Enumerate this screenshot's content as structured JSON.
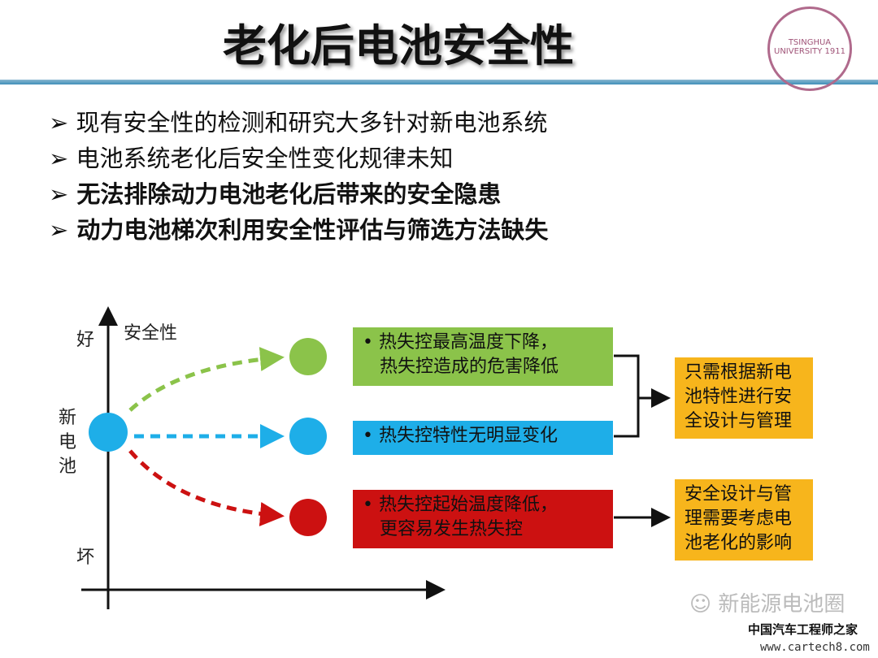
{
  "title": "老化后电池安全性",
  "seal_text": "TSINGHUA UNIVERSITY 1911",
  "bullets": [
    "现有安全性的检测和研究大多针对新电池系统",
    "电池系统老化后安全性变化规律未知",
    "无法排除动力电池老化后带来的安全隐患",
    "动力电池梯次利用安全性评估与筛选方法缺失"
  ],
  "bullet_marker": "➢",
  "diagram": {
    "axis_label": "安全性",
    "good": "好",
    "bad": "坏",
    "new_battery": "新电池",
    "boxes": [
      {
        "text": "• 热失控最高温度下降，\n   热失控造成的危害降低",
        "color": "#8bc34a"
      },
      {
        "text": "• 热失控特性无明显变化",
        "color": "#1eaee8"
      },
      {
        "text": "• 热失控起始温度降低，\n   更容易发生热失控",
        "color": "#cc1111"
      }
    ],
    "conclusions": [
      "只需根据新电\n池特性进行安\n全设计与管理",
      "安全设计与管\n理需要考虑电\n池老化的影响"
    ],
    "conclusion_color": "#f7b51c"
  },
  "watermark": {
    "wechat": "新能源电池圈",
    "site_cn": "中国汽车工程师之家",
    "url": "www.cartech8.com"
  }
}
